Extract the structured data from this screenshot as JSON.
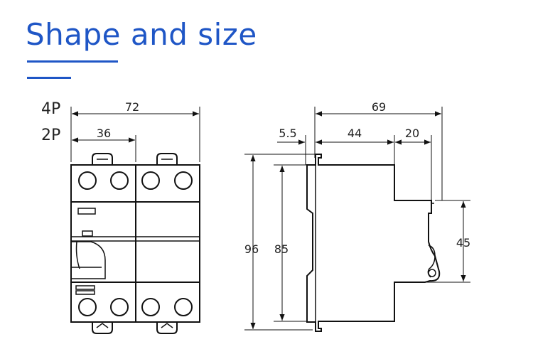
{
  "title": "Shape and size",
  "front_view": {
    "variant_4p_label": "4P",
    "variant_2p_label": "2P",
    "width_4p": "72",
    "width_2p": "36"
  },
  "side_view": {
    "total_depth": "69",
    "rail_offset": "5.5",
    "body_depth": "44",
    "front_depth": "20",
    "overall_height": "96",
    "body_height": "85",
    "front_height": "45"
  },
  "colors": {
    "accent": "#1f56c6",
    "line": "#111111"
  }
}
